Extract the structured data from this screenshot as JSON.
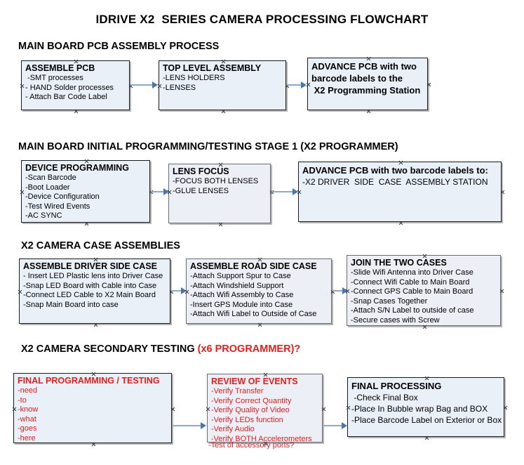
{
  "document": {
    "title": "IDRIVE X2  SERIES CAMERA PROCESSING FLOWCHART",
    "accent_color": "#e02020",
    "node_fill": "#eaf0f8",
    "connector_color": "#4a78ad"
  },
  "sections": [
    {
      "heading": "MAIN BOARD PCB ASSEMBLY PROCESS",
      "heading_accent": ""
    },
    {
      "heading": "MAIN BOARD INITIAL PROGRAMMING/TESTING STAGE 1 (X2 PROGRAMMER)",
      "heading_accent": ""
    },
    {
      "heading": "X2 CAMERA CASE ASSEMBLIES",
      "heading_accent": ""
    },
    {
      "heading": "X2 CAMERA SECONDARY TESTING ",
      "heading_accent": "(x6 PROGRAMMER)?"
    }
  ],
  "nodes": {
    "assemble_pcb": {
      "title": "ASSEMBLE PCB",
      "lines": [
        " -SMT processes",
        "- HAND Solder processes",
        "- Attach Bar Code Label"
      ]
    },
    "top_level_assembly": {
      "title": "TOP LEVEL ASSEMBLY",
      "lines": [
        "-LENS HOLDERS",
        "-LENSES"
      ]
    },
    "advance_pcb_station": {
      "title": "ADVANCE PCB with two",
      "lines": [
        "barcode labels to the",
        " X2 Programming Station"
      ]
    },
    "device_programming": {
      "title": "DEVICE PROGRAMMING",
      "lines": [
        "-Scan Barcode",
        "-Boot Loader",
        "-Device Configuration",
        "-Test Wired Events",
        "-AC SYNC"
      ]
    },
    "lens_focus": {
      "title": "LENS FOCUS",
      "lines": [
        "-FOCUS BOTH LENSES",
        "-GLUE LENSES"
      ]
    },
    "advance_pcb_driver": {
      "title": "ADVANCE PCB with two barcode labels to:",
      "lines": [
        "-X2 DRIVER  SIDE  CASE  ASSEMBLY STATION"
      ]
    },
    "assemble_driver_side_case": {
      "title": "ASSEMBLE DRIVER SIDE CASE",
      "lines": [
        "- Insert LED Plastic lens into Driver Case",
        "-Snap LED Board with Cable into Case",
        "-Connect LED Cable to X2 Main Board",
        "-Snap Main Board into case"
      ]
    },
    "assemble_road_side_case": {
      "title": "ASSEMBLE ROAD SIDE CASE",
      "lines": [
        "-Attach Support Spur to Case",
        "-Attach Windshield Support",
        "-Attach Wifi Assembly to Case",
        "-Insert GPS Module into Case",
        "-Attach Wifi Label to Outside of Case"
      ]
    },
    "join_the_two_cases": {
      "title": "JOIN THE TWO CASES",
      "lines": [
        "-Slide Wifi Antenna into Driver Case",
        "-Connect Wifi Cable to Main Board",
        "-Connect GPS Cable to Main Board",
        "-Snap Cases Together",
        "-Attach S/N Label to outside of case",
        "-Secure cases with Screw"
      ]
    },
    "final_programming_testing": {
      "title": "FINAL PROGRAMMING / TESTING",
      "lines": [
        "-need",
        "-to",
        "-know",
        "-what",
        "-goes",
        "-here"
      ]
    },
    "review_of_events": {
      "title": "REVIEW OF EVENTS",
      "lines": [
        "-Verify Transfer",
        "-Verify Correct Quantity",
        "-Verify Quality of Video",
        "-Verify LEDs function",
        "-Verify Audio",
        "-Verify BOTH Accelerometers"
      ],
      "overflow_line": "-Test of accessory ports?"
    },
    "final_processing": {
      "title": "FINAL PROCESSING",
      "lines": [
        " -Check Final Box",
        "-Place In Bubble wrap Bag and BOX",
        "-Place Barcode Label on Exterior or Box"
      ]
    }
  }
}
